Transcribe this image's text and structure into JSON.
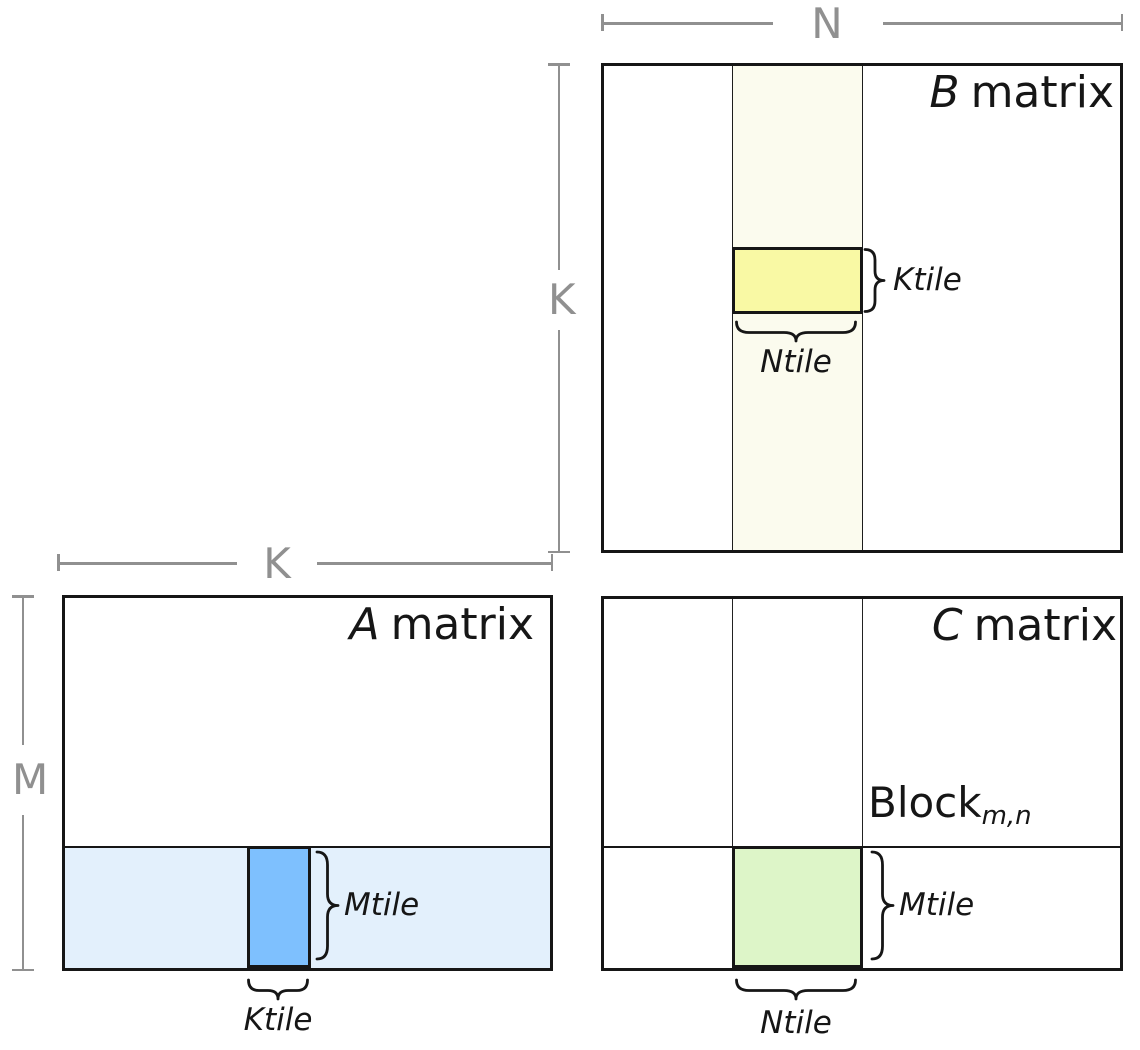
{
  "palette": {
    "ink": "#161616",
    "dim_gray": "#909090",
    "band_ivory": "#fbfbee",
    "tile_yellow": "#f9f9a4",
    "band_blue": "#e3f0fc",
    "tile_blue": "#7ec0fe",
    "tile_green": "#ddf5c8"
  },
  "dimensions": {
    "b_width": "N",
    "b_height": "K",
    "a_width": "K",
    "a_height": "M"
  },
  "b_matrix": {
    "title_letter": "B",
    "title_word": "matrix",
    "tile_row_label": "Ktile",
    "tile_col_label": "Ntile"
  },
  "a_matrix": {
    "title_letter": "A",
    "title_word": "matrix",
    "tile_row_label": "Mtile",
    "tile_col_label": "Ktile"
  },
  "c_matrix": {
    "title_letter": "C",
    "title_word": "matrix",
    "block_label": "Block",
    "block_subscript": "m,n",
    "tile_row_label": "Mtile",
    "tile_col_label": "Ntile"
  }
}
